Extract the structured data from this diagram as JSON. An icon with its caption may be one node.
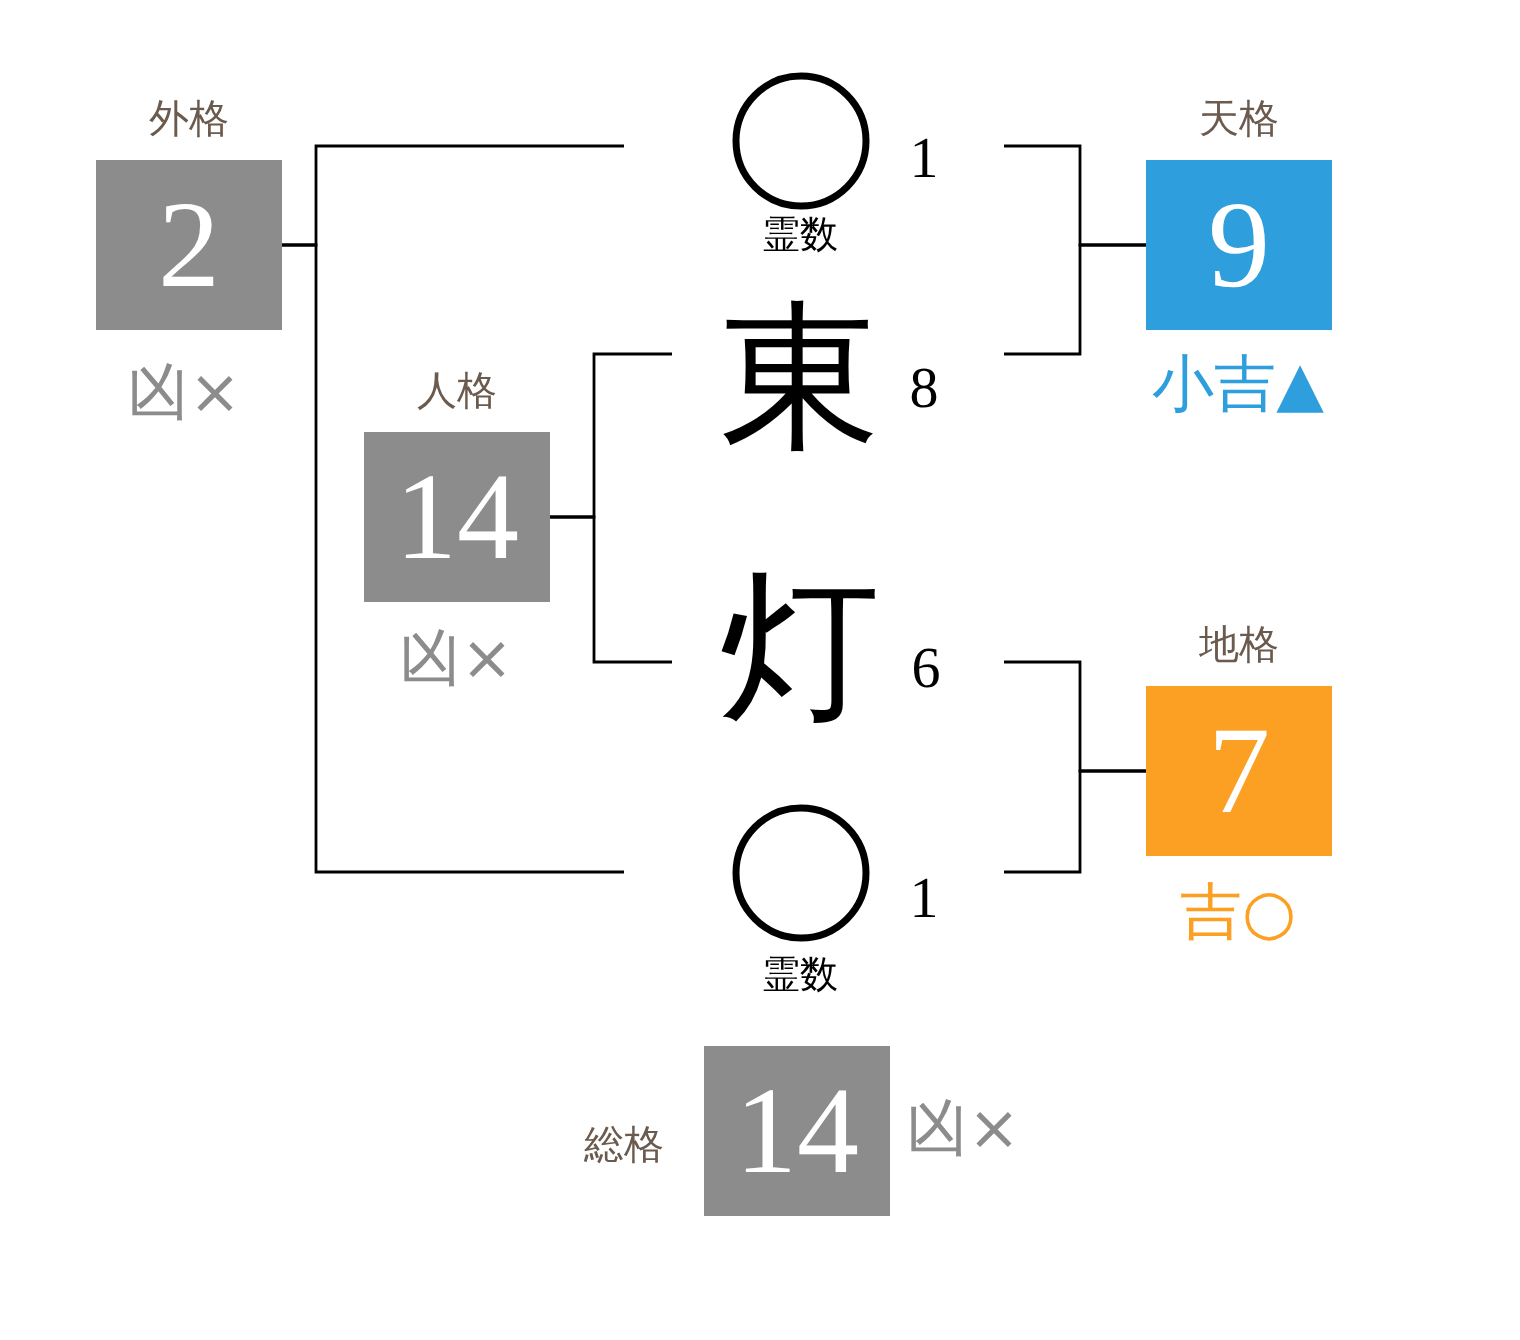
{
  "diagram": {
    "nodes": [
      {
        "text": [
          "外格",
          "2"
        ],
        "beside": [
          "凶×"
        ]
      },
      {
        "text": [],
        "shape": "circle",
        "beside": [
          "1",
          "霊数"
        ]
      },
      {
        "text": [
          "天格",
          "9"
        ],
        "beside": [
          "小吉▲"
        ]
      },
      {
        "text": [
          "東"
        ],
        "beside": [
          "8"
        ]
      },
      {
        "text": [
          "人格",
          "14"
        ],
        "beside": [
          "凶×"
        ]
      },
      {
        "text": [
          "灯"
        ],
        "beside": [
          "6"
        ]
      },
      {
        "text": [
          "地格",
          "7"
        ],
        "beside": [
          "吉○"
        ]
      },
      {
        "text": [],
        "shape": "circle",
        "beside": [
          "1",
          "霊数"
        ]
      },
      {
        "text": [
          "総格",
          "14"
        ],
        "beside": [
          "凶×"
        ]
      }
    ],
    "edges": [
      {
        "from": 1,
        "to": 0,
        "arrow": "none"
      },
      {
        "from": 7,
        "to": 0,
        "arrow": "none"
      },
      {
        "from": 3,
        "to": 4,
        "arrow": "none"
      },
      {
        "from": 5,
        "to": 4,
        "arrow": "none"
      },
      {
        "from": 1,
        "to": 2,
        "arrow": "none"
      },
      {
        "from": 3,
        "to": 2,
        "arrow": "none"
      },
      {
        "from": 5,
        "to": 6,
        "arrow": "none"
      },
      {
        "from": 7,
        "to": 6,
        "arrow": "none"
      }
    ]
  }
}
